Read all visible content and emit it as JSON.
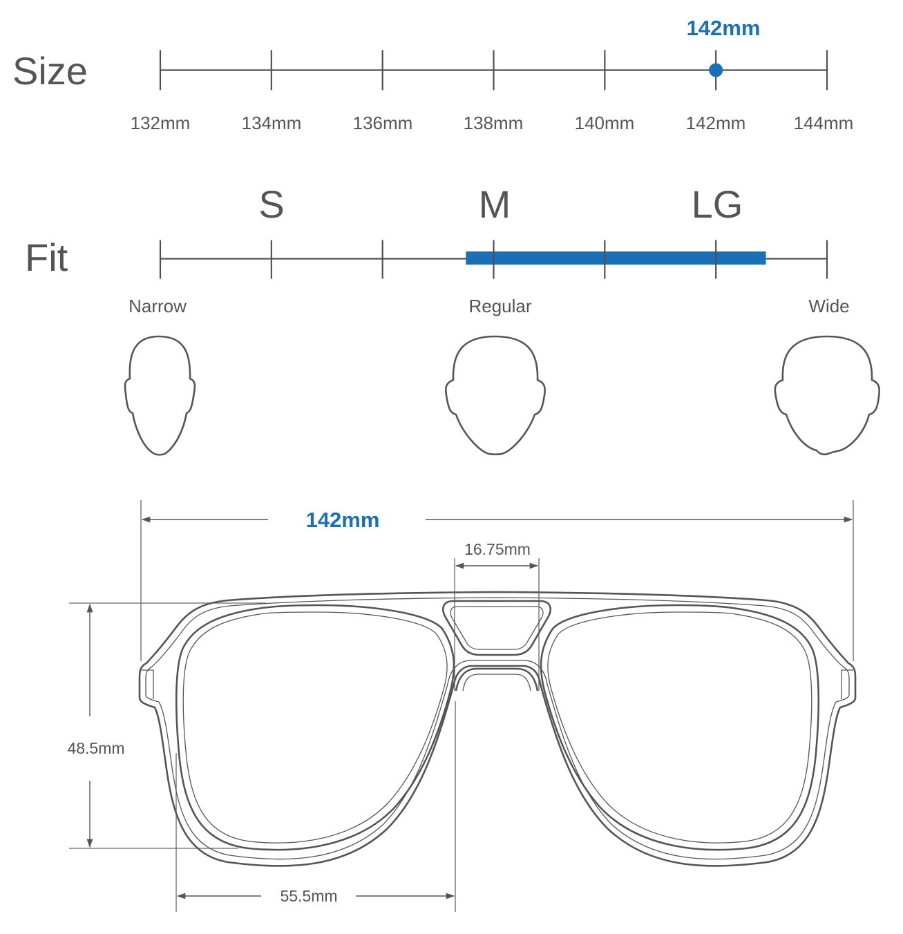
{
  "colors": {
    "line": "#505050",
    "frame": "#555555",
    "text": "#555555",
    "accent": "#1a6fb5"
  },
  "size": {
    "label": "Size",
    "marker_value_label": "142mm",
    "marker_value": 142,
    "ticks": [
      "132mm",
      "134mm",
      "136mm",
      "138mm",
      "140mm",
      "142mm",
      "144mm"
    ]
  },
  "fit": {
    "label": "Fit",
    "sizes": [
      "S",
      "M",
      "LG"
    ],
    "range_start_mm": 137.5,
    "range_end_mm": 142.9,
    "face_labels": [
      "Narrow",
      "Regular",
      "Wide"
    ],
    "face_icons": [
      "narrow-face-icon",
      "regular-face-icon",
      "wide-face-icon"
    ]
  },
  "dimensions": {
    "frame_width": "142mm",
    "bridge_width": "16.75mm",
    "lens_height": "48.5mm",
    "lens_width": "55.5mm"
  }
}
